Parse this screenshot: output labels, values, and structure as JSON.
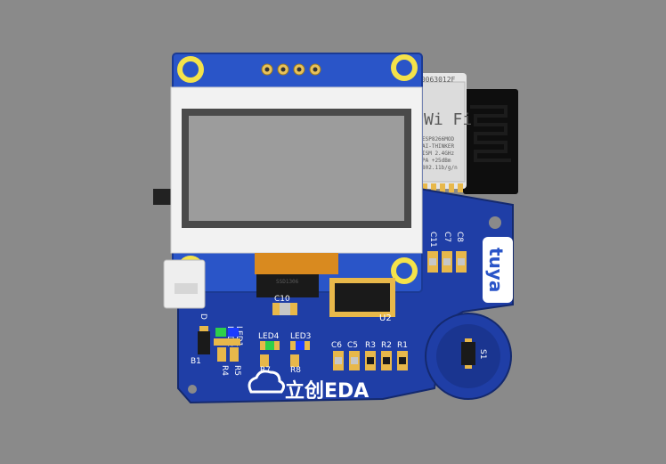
{
  "viewer": {
    "background": "#8a8a8a"
  },
  "board": {
    "pcb_color": "#1f3ea6",
    "silk_color": "#ffffff",
    "pad_color": "#e8b84a",
    "refs": {
      "c10": "C10",
      "u2": "U2",
      "led1": "LED1",
      "led2": "LED2",
      "d": "D",
      "b1": "B1",
      "r4": "R4",
      "r5": "R5",
      "led4": "LED4",
      "led3": "LED3",
      "r7": "R7",
      "r8": "R8",
      "c6": "C6",
      "c5": "C5",
      "r3": "R3",
      "r2": "R2",
      "r1": "R1",
      "s1": "S1",
      "c11": "C11",
      "c7": "C7",
      "c8": "C8"
    },
    "logo_text": "立创EDA",
    "tuya_text": "tuya"
  },
  "oled": {
    "module_color": "#2a55c8",
    "fpc_color": "#d98a1f",
    "chip_marking": "SSD1306"
  },
  "wifi_module": {
    "serial": "00063012F",
    "logo": "Wi Fi",
    "lines": [
      "ESP8266MOD",
      "AI-THINKER",
      "ISM   2.4GHz",
      "PA   +25dBm",
      "802.11b/g/n"
    ]
  }
}
